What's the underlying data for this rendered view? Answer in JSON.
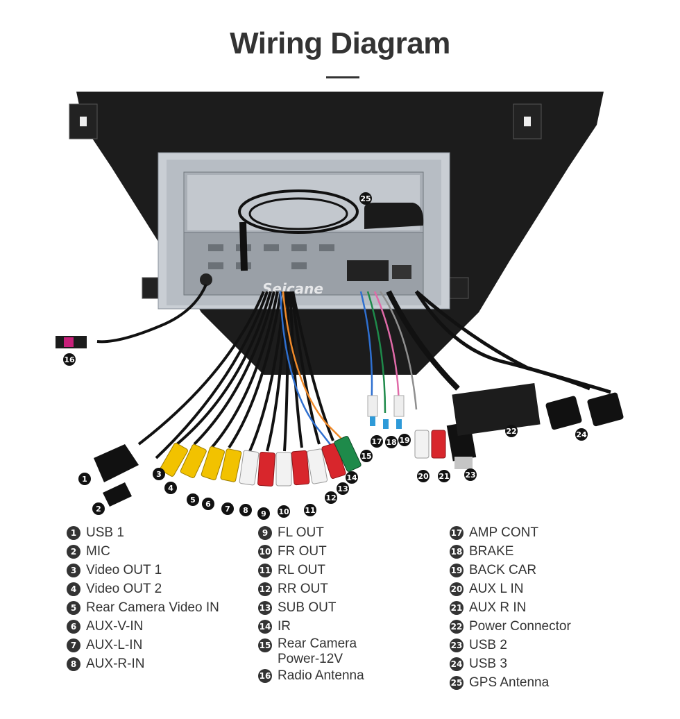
{
  "title": "Wiring Diagram",
  "brand_watermark": "Seicane",
  "callouts": [
    "1",
    "2",
    "3",
    "4",
    "5",
    "6",
    "7",
    "8",
    "9",
    "10",
    "11",
    "12",
    "13",
    "14",
    "15",
    "16",
    "17",
    "18",
    "19",
    "20",
    "21",
    "22",
    "23",
    "24",
    "25"
  ],
  "legend": {
    "col1": [
      {
        "num": "1",
        "label": "USB 1"
      },
      {
        "num": "2",
        "label": "MIC"
      },
      {
        "num": "3",
        "label": "Video OUT 1"
      },
      {
        "num": "4",
        "label": "Video OUT 2"
      },
      {
        "num": "5",
        "label": "Rear Camera Video IN"
      },
      {
        "num": "6",
        "label": "AUX-V-IN"
      },
      {
        "num": "7",
        "label": "AUX-L-IN"
      },
      {
        "num": "8",
        "label": "AUX-R-IN"
      }
    ],
    "col2": [
      {
        "num": "9",
        "label": "FL OUT"
      },
      {
        "num": "10",
        "label": "FR OUT"
      },
      {
        "num": "11",
        "label": "RL OUT"
      },
      {
        "num": "12",
        "label": "RR OUT"
      },
      {
        "num": "13",
        "label": "SUB OUT"
      },
      {
        "num": "14",
        "label": "IR"
      },
      {
        "num": "15",
        "label": "Rear Camera Power-12V"
      },
      {
        "num": "16",
        "label": "Radio Antenna"
      }
    ],
    "col3": [
      {
        "num": "17",
        "label": "AMP CONT"
      },
      {
        "num": "18",
        "label": "BRAKE"
      },
      {
        "num": "19",
        "label": "BACK CAR"
      },
      {
        "num": "20",
        "label": "AUX L IN"
      },
      {
        "num": "21",
        "label": "AUX R IN"
      },
      {
        "num": "22",
        "label": "Power Connector"
      },
      {
        "num": "23",
        "label": "USB 2"
      },
      {
        "num": "24",
        "label": "USB 3"
      },
      {
        "num": "25",
        "label": "GPS Antenna"
      }
    ]
  },
  "colors": {
    "frame": "#1c1c1c",
    "chassis": "#c9ced4",
    "plug_yellow": "#f2c200",
    "plug_white": "#f2f2f2",
    "plug_red": "#d8262c",
    "plug_green": "#1e8a4a",
    "wire_blue": "#2e6fd0",
    "wire_orange": "#f08a2a"
  }
}
